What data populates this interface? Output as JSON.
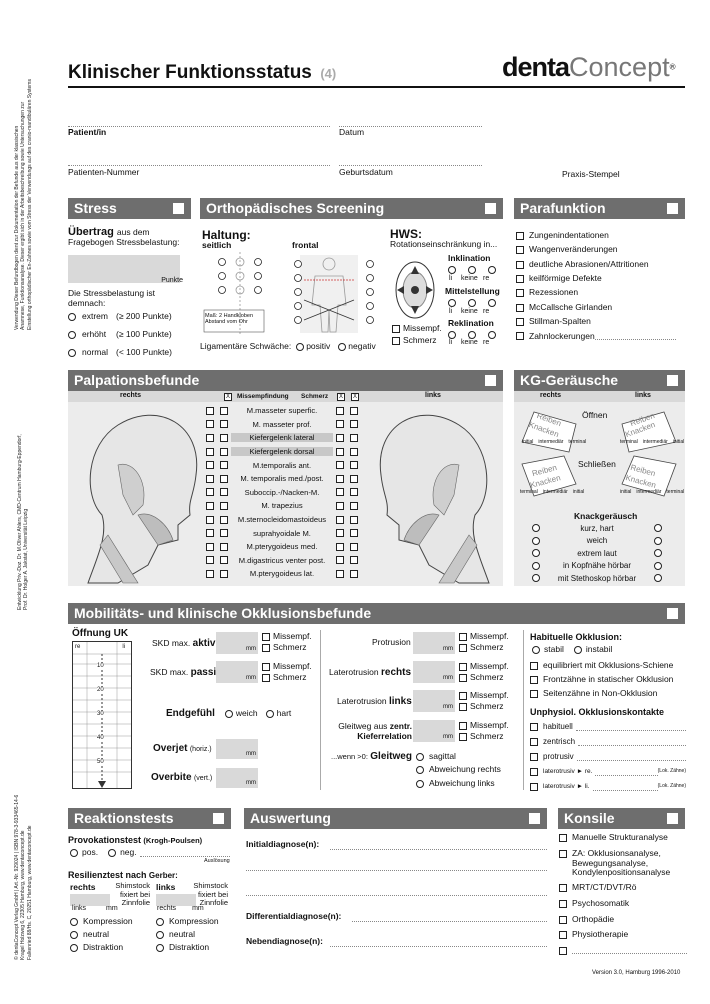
{
  "header": {
    "title": "Klinischer Funktionsstatus",
    "page_no": "(4)",
    "logo_left": "denta",
    "logo_right": "Concept",
    "logo_reg": "®"
  },
  "patient": {
    "patient_label": "Patient/in",
    "datum": "Datum",
    "nummer": "Patienten-Nummer",
    "geburtsdatum": "Geburtsdatum",
    "stempel": "Praxis-Stempel"
  },
  "side": {
    "verwendung": [
      "Verwendung Dieser Befundbogen dient zur Dokumentation der Befunde aus der klassischen",
      "Anamnese, Funktionsanalyse. Dieser ergibt sich in der Arbeitsbeschreibung sowie Untersuchungen zur",
      "Einstellung orthopädischer En-Zahnes sowie vom Stress der Verwendungs auf des cranio-mandibulären Systems"
    ],
    "entwicklung": [
      "Entwicklung Priv.-Doz. Dr. M.Oliver Ahlers, CMD-Centrum Hamburg-Eppendorf,",
      "Prof. Dr. Holger A. Jakstat, Universität Leipzig"
    ],
    "verlag": [
      "© dentaConcept Verlag GmbH | Art.-Nr. 929024 | ISBN 978-3-933465-14-6",
      "Kragel Holzweg 6, 22305 Hamburg, www.dentaconcept.de",
      "Falkenried 88/Hs. C, 20251 Hamburg, www.dentaconcept.de"
    ]
  },
  "stress": {
    "title": "Stress",
    "uebertrag": "Übertrag",
    "aus_dem": "aus dem",
    "fragebogen": "Fragebogen Stressbelastung:",
    "punkte": "Punkte",
    "intro": "Die Stressbelastung ist demnach:",
    "options": [
      {
        "label": "extrem",
        "value": "(≥ 200 Punkte)"
      },
      {
        "label": "erhöht",
        "value": "(≥ 100 Punkte)"
      },
      {
        "label": "normal",
        "value": "(< 100 Punkte)"
      }
    ]
  },
  "ortho": {
    "title": "Orthopädisches Screening",
    "haltung": "Haltung:",
    "seitlich": "seitlich",
    "frontal": "frontal",
    "hws": "HWS:",
    "rotation": "Rotationseinschränkung in...",
    "inklination": "Inklination",
    "mittelstellung": "Mittelstellung",
    "reklination": "Reklination",
    "cols": [
      "li",
      "keine",
      "re"
    ],
    "missempf": "Missempf.",
    "schmerz": "Schmerz",
    "massnote": "Maß: 2 Handkloben Abstand vom Ohr",
    "ligament": "Ligamentäre Schwäche:",
    "positiv": "positiv",
    "negativ": "negativ"
  },
  "parafunktion": {
    "title": "Parafunktion",
    "items": [
      "Zungenindentationen",
      "Wangenveränderungen",
      "deutliche Abrasionen/Attritionen",
      "keilförmige Defekte",
      "Rezessionen",
      "McCallsche Girlanden",
      "Stillman-Spalten",
      "Zahnlockerungen"
    ]
  },
  "palpation": {
    "title": "Palpationsbefunde",
    "rechts": "rechts",
    "links": "links",
    "missempfindung": "Missempfindung",
    "schmerz": "Schmerz",
    "x": "X",
    "muscles": [
      "M.masseter superfic.",
      "M. masseter prof.",
      "Kiefergelenk lateral",
      "Kiefergelenk dorsal",
      "M.temporalis ant.",
      "M. temporalis med./post.",
      "Suboccip.-/Nacken-M.",
      "M. trapezius",
      "M.sternocleidomastoideus",
      "suprahyoidale M.",
      "M.pterygoideus med.",
      "M.digastricus venter post.",
      "M.pterygoideus lat."
    ]
  },
  "kg": {
    "title": "KG-Geräusche",
    "rechts": "rechts",
    "links": "links",
    "oeffnen": "Öffnen",
    "schliessen": "Schließen",
    "reiben": "Reiben",
    "knacken": "Knacken",
    "arc": [
      "initial",
      "intermediär",
      "terminal"
    ],
    "arc_r": [
      "terminal",
      "intermediär",
      "initial"
    ],
    "knack_title": "Knackgeräusch",
    "knack": [
      "kurz, hart",
      "weich",
      "extrem laut",
      "in Kopfnähe hörbar",
      "mit Stethoskop hörbar"
    ]
  },
  "mobil": {
    "title": "Mobilitäts- und klinische Okklusionsbefunde",
    "oeffnung": "Öffnung UK",
    "re": "re",
    "li": "li",
    "ticks": [
      "10",
      "20",
      "30",
      "40",
      "50"
    ],
    "skd_aktiv_pre": "SKD max.",
    "skd_aktiv": "aktiv",
    "skd_passiv_pre": "SKD max.",
    "skd_passiv": "passiv",
    "mm": "mm",
    "missempf": "Missempf.",
    "schmerz": "Schmerz",
    "endgefuehl": "Endgefühl",
    "weich": "weich",
    "hart": "hart",
    "overjet": "Overjet",
    "overjet_h": "(horiz.)",
    "overbite": "Overbite",
    "overbite_v": "(vert.)",
    "protrusion": "Protrusion",
    "latero_r_pre": "Laterotrusion",
    "latero_r": "rechts",
    "latero_l_pre": "Laterotrusion",
    "latero_l": "links",
    "gleit_pre": "Gleitweg aus",
    "gleit_b": "zentr. Kieferrelation",
    "wenn": "...wenn >0:",
    "gleitweg": "Gleitweg",
    "gleit_opts": [
      "sagittal",
      "Abweichung rechts",
      "Abweichung links"
    ],
    "hab_title": "Habituelle Okklusion:",
    "stabil": "stabil",
    "instabil": "instabil",
    "hab_items": [
      "equilibriert mit Okklusions-Schiene",
      "Frontzähne in statischer Okklusion",
      "Seitenzähne in Non-Okklusion"
    ],
    "unph_title": "Unphysiol. Okklusionskontakte",
    "unph_items": [
      "habituell",
      "zentrisch",
      "protrusiv",
      "laterotrusiv ► re.",
      "laterotrusiv ► li."
    ],
    "zahn": "(Lok. Zähne)"
  },
  "reaktion": {
    "title": "Reaktionstests",
    "provokation": "Provokationstest",
    "krogh": "(Krogh-Poulsen)",
    "pos": "pos.",
    "neg": "neg.",
    "ausloesung": "Auslösung",
    "resilienz": "Resilienztest nach",
    "gerber": "Gerber:",
    "rechts": "rechts",
    "links": "links",
    "shimstock": "Shimstock",
    "fixiert": "fixiert bei",
    "zinn": "Zinnfolie",
    "mm": "mm",
    "opts": [
      "Kompression",
      "neutral",
      "Distraktion"
    ]
  },
  "auswertung": {
    "title": "Auswertung",
    "initial": "Initialdiagnose(n):",
    "diff": "Differentialdiagnose(n):",
    "neben": "Nebendiagnose(n):"
  },
  "konsile": {
    "title": "Konsile",
    "items": [
      "Manuelle Strukturanalyse",
      "ZA: Okklusionsanalyse, Bewegungsanalyse, Kondylenpositionsanalyse",
      "MRT/CT/DVT/Rö",
      "Psychosomatik",
      "Orthopädie",
      "Physiotherapie",
      ""
    ]
  },
  "footer": {
    "version": "Version 3.0, Hamburg 1996-2010"
  }
}
